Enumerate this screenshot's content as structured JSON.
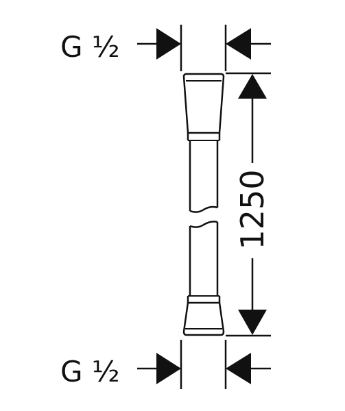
{
  "labels": {
    "top_thread": "G ½",
    "bottom_thread": "G ½",
    "length": "1250"
  },
  "colors": {
    "ink": "#111111",
    "background": "#ffffff"
  }
}
